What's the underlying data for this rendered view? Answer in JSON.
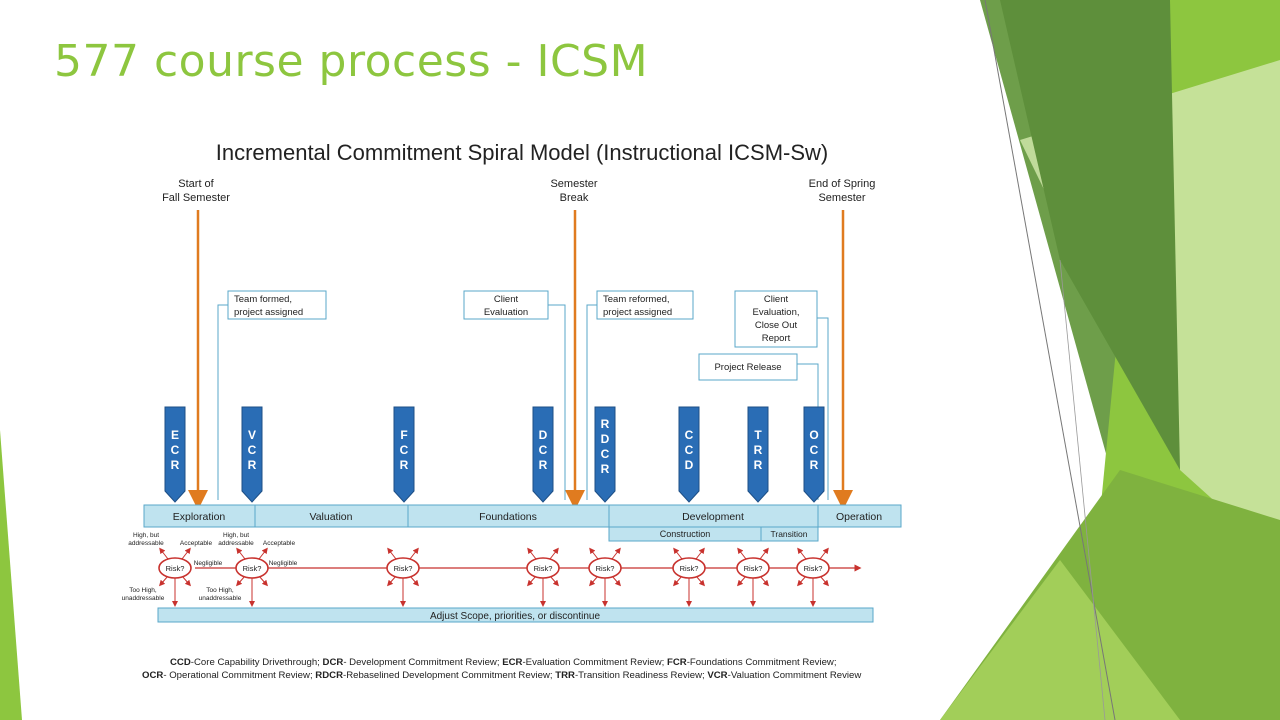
{
  "slide": {
    "title": "577 course process - ICSM"
  },
  "colors": {
    "accent_green": "#8dc63f",
    "dark_green": "#5e9a35",
    "light_green": "#d4e8b0",
    "milestone_blue": "#2a6db5",
    "phase_fill": "#bfe3ef",
    "phase_border": "#5aa7c9",
    "risk_red": "#c8322e",
    "arrow_orange": "#e07b1f"
  },
  "diagram": {
    "title": "Incremental Commitment Spiral Model (Instructional ICSM-Sw)",
    "top_labels": [
      {
        "line1": "Start of",
        "line2": "Fall Semester"
      },
      {
        "line1": "Semester",
        "line2": "Break"
      },
      {
        "line1": "End of Spring",
        "line2": "Semester"
      }
    ],
    "callouts": {
      "team_formed": [
        "Team formed,",
        "project assigned"
      ],
      "client_eval": [
        "Client",
        "Evaluation"
      ],
      "team_reformed": [
        "Team reformed,",
        "project assigned"
      ],
      "client_eval_close": [
        "Client",
        "Evaluation,",
        "Close Out",
        "Report"
      ],
      "project_release": "Project Release"
    },
    "milestones": [
      "ECR",
      "VCR",
      "FCR",
      "DCR",
      "RDCR",
      "CCD",
      "TRR",
      "OCR"
    ],
    "phases": [
      "Exploration",
      "Valuation",
      "Foundations",
      "Development",
      "Operation"
    ],
    "subphases": [
      "Construction",
      "Transition"
    ],
    "risk_label": "Risk?",
    "risk_annotations": {
      "high_but": [
        "High, but",
        "addressable"
      ],
      "acceptable": "Acceptable",
      "negligible": "Negligible",
      "too_high": [
        "Too High,",
        "unaddressable"
      ]
    },
    "adjust_bar": "Adjust Scope, priorities, or discontinue",
    "legend": {
      "line1": [
        {
          "abbr": "CCD",
          "text": "-Core Capability Drivethrough; "
        },
        {
          "abbr": "DCR",
          "text": "- Development  Commitment  Review; "
        },
        {
          "abbr": "ECR",
          "text": "-Evaluation Commitment Review; "
        },
        {
          "abbr": "FCR",
          "text": "-Foundations  Commitment Review;"
        }
      ],
      "line2": [
        {
          "abbr": "OCR",
          "text": "- Operational  Commitment Review; "
        },
        {
          "abbr": "RDCR",
          "text": "-Rebaselined Development  Commitment  Review; "
        },
        {
          "abbr": "TRR",
          "text": "-Transition Readiness Review; "
        },
        {
          "abbr": "VCR",
          "text": "-Valuation Commitment  Review"
        }
      ]
    }
  }
}
